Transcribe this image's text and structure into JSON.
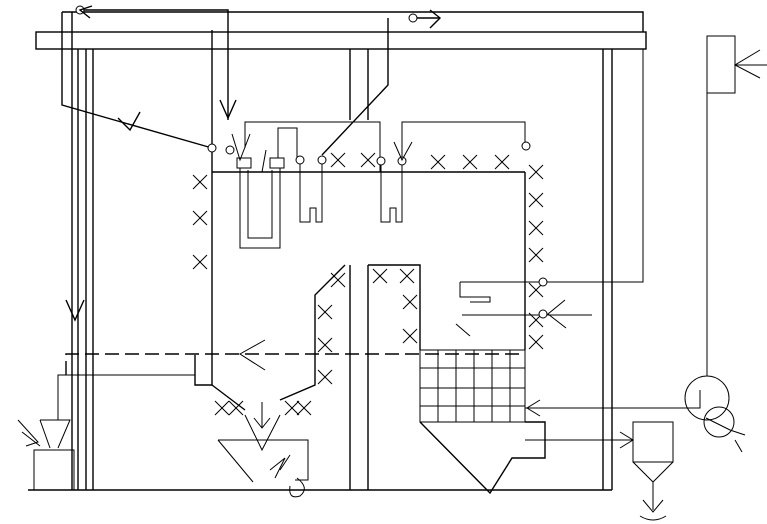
{
  "diagram": {
    "type": "boiler-process-schematic",
    "text_labels": [],
    "colors": {
      "line": "#000000",
      "background": "#ffffff"
    },
    "components": [
      "building-frame",
      "roof-beam",
      "inner-columns",
      "furnace-walls",
      "superheater-coils",
      "reheater-loops",
      "economizer-bank",
      "ash-hopper",
      "coal-hopper",
      "feeder-box",
      "stack",
      "induced-draft-fan",
      "cyclone-separator",
      "flow-arrows",
      "wall-burners"
    ]
  }
}
